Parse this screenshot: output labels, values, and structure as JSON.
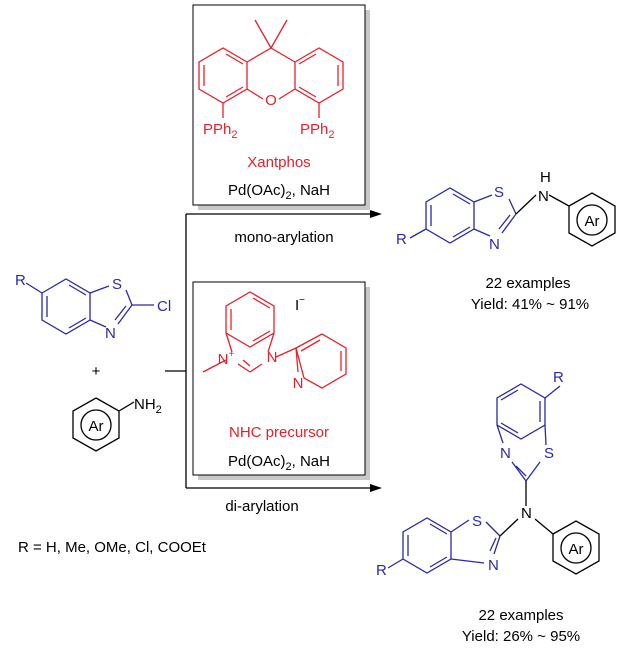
{
  "ligand_box": {
    "ligand_name": "Xantphos",
    "pph2_left": "PPh",
    "pph2_right": "PPh",
    "o_atom": "O",
    "conditions_main": "Pd(OAc)",
    "conditions_sub": "2",
    "conditions_tail": ", NaH"
  },
  "nhc_box": {
    "name": "NHC precursor",
    "iodide": "I",
    "charge": "−",
    "n_plus": "N",
    "plus": "+",
    "n1": "N",
    "n_pyr": "N",
    "conditions_main": "Pd(OAc)",
    "conditions_sub": "2",
    "conditions_tail": ", NaH"
  },
  "arrows": {
    "top_label": "mono-arylation",
    "bottom_label": "di-arylation"
  },
  "reactant": {
    "R": "R",
    "S": "S",
    "N": "N",
    "Cl": "Cl",
    "plus": "+",
    "NH2": "NH",
    "NH2_sub": "2",
    "Ar": "Ar"
  },
  "product_mono": {
    "R": "R",
    "S": "S",
    "N": "N",
    "H": "H",
    "NH_N": "N",
    "Ar": "Ar",
    "examples": "22 examples",
    "yield": "Yield: 41% ~ 91%"
  },
  "product_di": {
    "R_top": "R",
    "R_bot": "R",
    "S_top": "S",
    "N_top": "N",
    "N_center": "N",
    "S_bot": "S",
    "N_bot": "N",
    "Ar": "Ar",
    "examples": "22 examples",
    "yield": "Yield: 26% ~ 95%"
  },
  "substituents": "R = H, Me, OMe, Cl, COOEt"
}
